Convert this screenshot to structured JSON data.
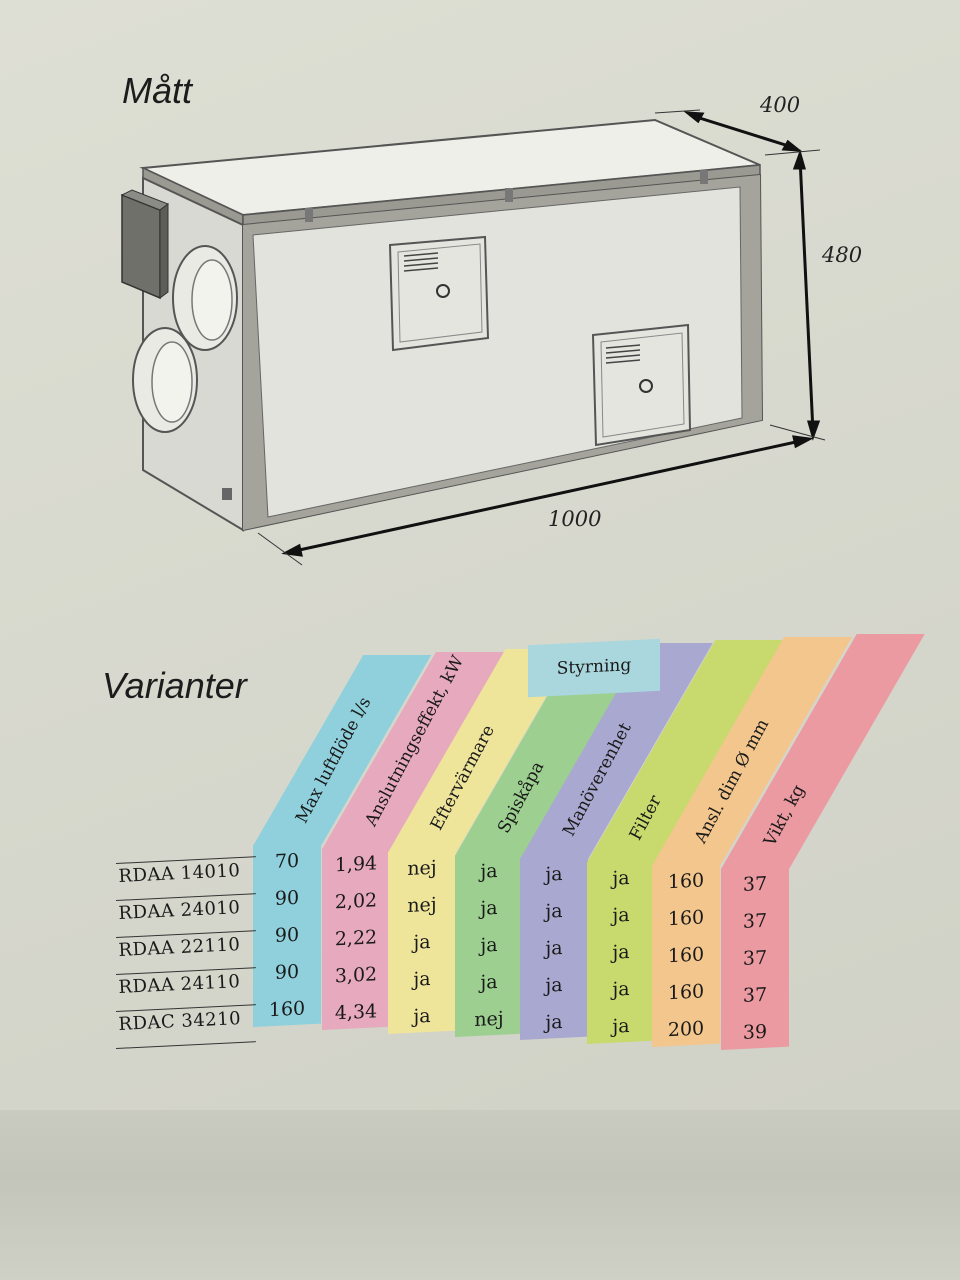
{
  "headings": {
    "matt": "Mått",
    "varianter": "Varianter"
  },
  "dimensions": {
    "depth": "400",
    "height": "480",
    "length": "1000"
  },
  "table": {
    "group_header": "Styrning",
    "columns": [
      {
        "label": "Max luftflöde l/s",
        "color": "#8fd0dc"
      },
      {
        "label": "Anslutningseffekt, kW",
        "color": "#e7a9bd"
      },
      {
        "label": "Eftervärmare",
        "color": "#eee49a"
      },
      {
        "label": "Spiskåpa",
        "color": "#9ccf90"
      },
      {
        "label": "Manöverenhet",
        "color": "#a9a8d0"
      },
      {
        "label": "Filter",
        "color": "#c8d96d"
      },
      {
        "label": "Ansl. dim Ø mm",
        "color": "#f3c68d"
      },
      {
        "label": "Vikt, kg",
        "color": "#eb9aa1"
      }
    ],
    "rows": [
      {
        "model": "RDAA 14010",
        "values": [
          "70",
          "1,94",
          "nej",
          "ja",
          "ja",
          "ja",
          "160",
          "37"
        ]
      },
      {
        "model": "RDAA 24010",
        "values": [
          "90",
          "2,02",
          "nej",
          "ja",
          "ja",
          "ja",
          "160",
          "37"
        ]
      },
      {
        "model": "RDAA 22110",
        "values": [
          "90",
          "2,22",
          "ja",
          "ja",
          "ja",
          "ja",
          "160",
          "37"
        ]
      },
      {
        "model": "RDAA 24110",
        "values": [
          "90",
          "3,02",
          "ja",
          "ja",
          "ja",
          "ja",
          "160",
          "37"
        ]
      },
      {
        "model": "RDAC 34210",
        "values": [
          "160",
          "4,34",
          "ja",
          "nej",
          "ja",
          "ja",
          "200",
          "39"
        ]
      }
    ]
  }
}
